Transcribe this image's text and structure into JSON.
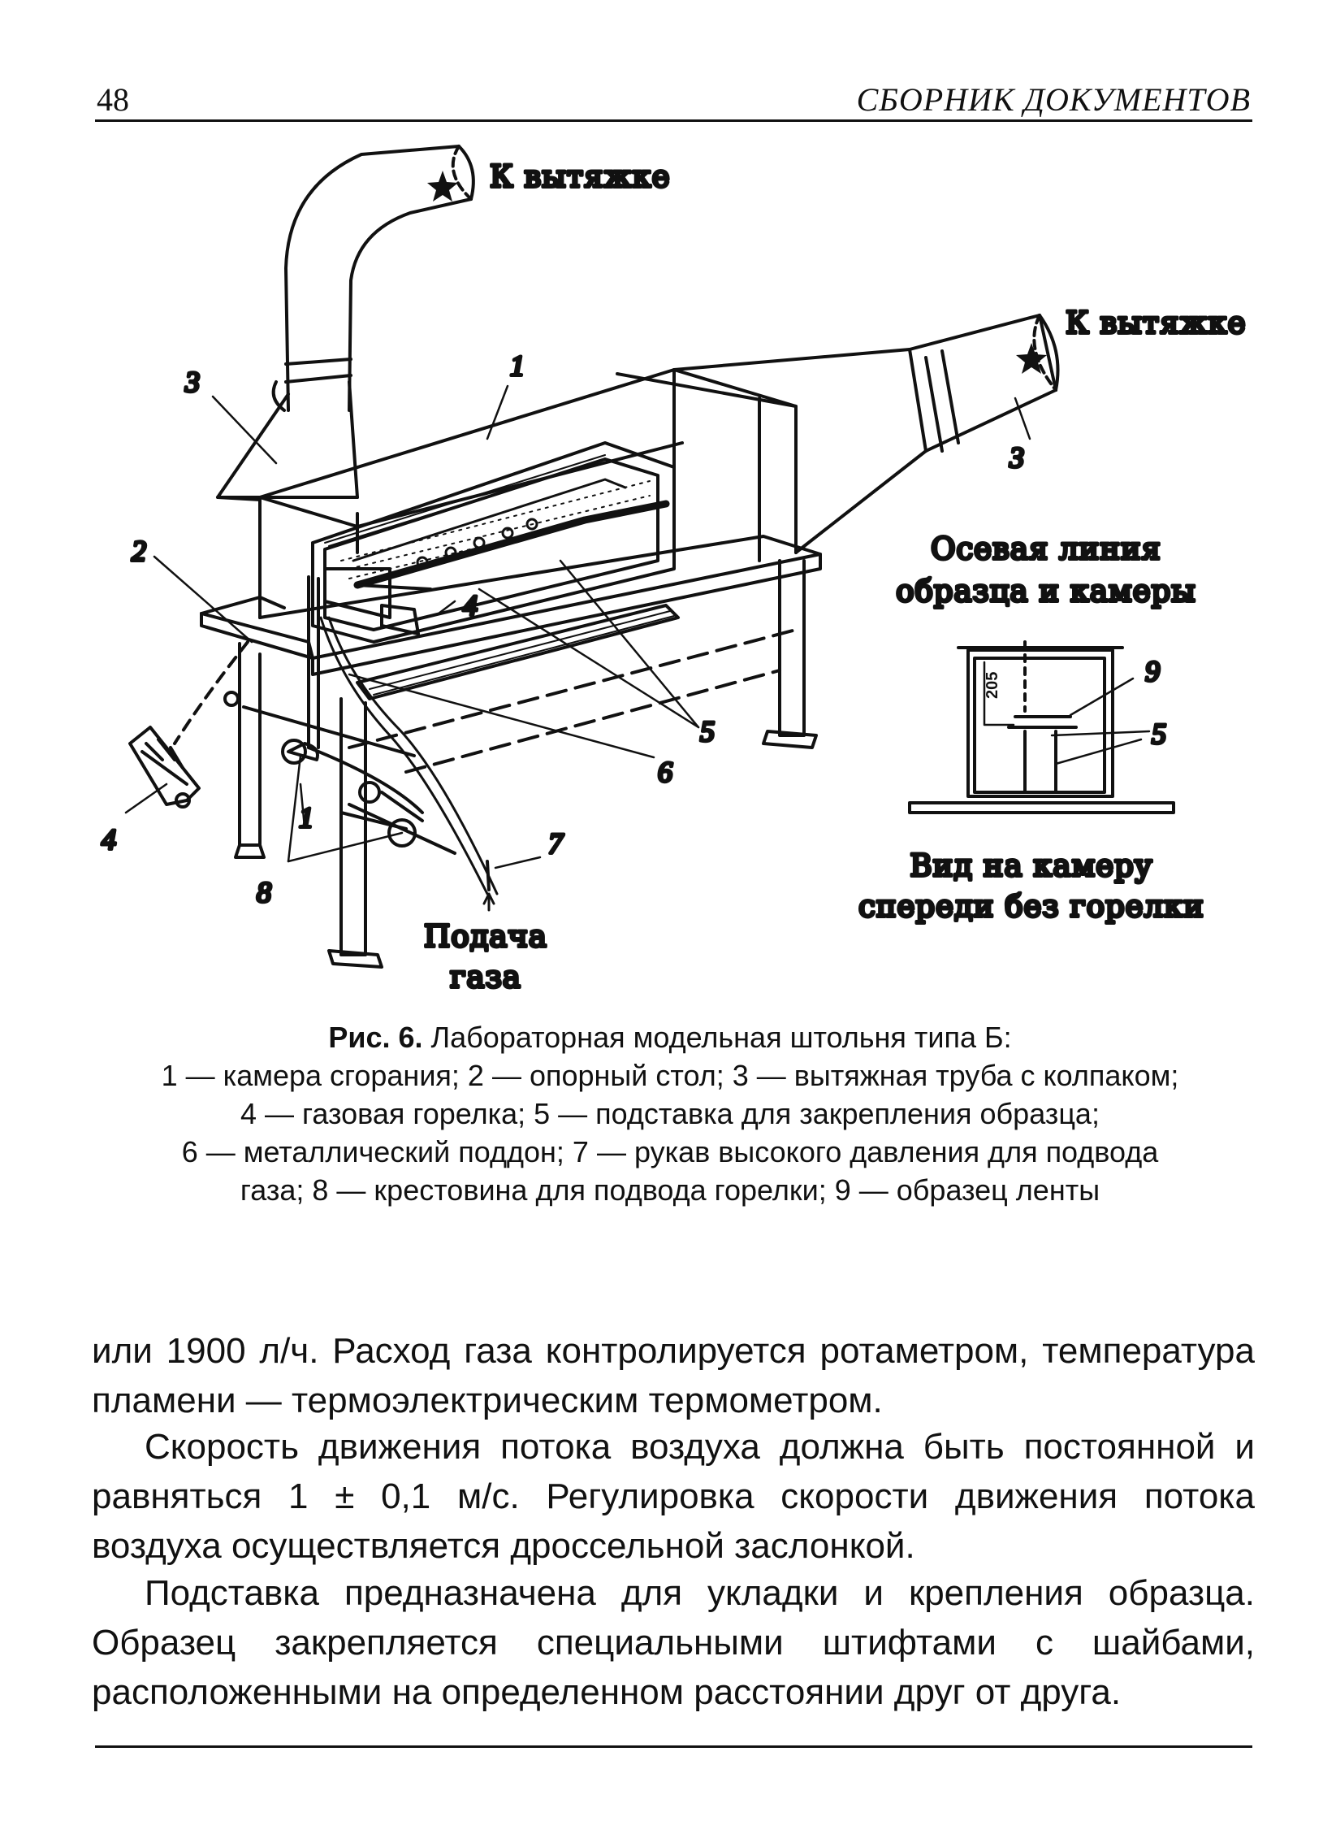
{
  "header": {
    "page_number": "48",
    "running_title": "СБОРНИК ДОКУМЕНТОВ"
  },
  "figure": {
    "label_exhaust_top": "К вытяжке",
    "label_exhaust_right": "К вытяжке",
    "label_axis_line1": "Осевая линия",
    "label_axis_line2": "образца и камеры",
    "label_front_view1": "Вид на камеру",
    "label_front_view2": "спереди без горелки",
    "label_gas_feed1": "Подача",
    "label_gas_feed2": "газа",
    "dimension": "205",
    "callouts": {
      "n1_top": "1",
      "n1_bottom": "1",
      "n2": "2",
      "n3_left": "3",
      "n3_right": "3",
      "n4_burner": "4",
      "n4_left": "4",
      "n5": "5",
      "n5_inset": "5",
      "n6": "6",
      "n7": "7",
      "n8": "8",
      "n9": "9"
    }
  },
  "caption": {
    "fig_label": "Рис. 6.",
    "title": " Лабораторная модельная штольня типа Б:",
    "line2": "1 — камера сгорания; 2 — опорный стол; 3 — вытяжная труба с колпаком;",
    "line3": "4 — газовая горелка; 5 — подставка для закрепления образца;",
    "line4": "6 — металлический поддон; 7 — рукав высокого давления для подвода",
    "line5": "газа; 8 — крестовина для подвода горелки; 9 — образец ленты"
  },
  "body": {
    "p1": "или 1900 л/ч. Расход газа контролируется ротаметром, температура пламени — термоэлектрическим термометром.",
    "p2": "Скорость движения потока воздуха должна быть постоянной и равняться 1 ± 0,1 м/с. Регулировка скорости движения потока воздуха осуществляется дроссельной заслонкой.",
    "p3": "Подставка предназначена для укладки и крепления образца. Образец закрепляется специальными штифтами с шайбами, расположенными на определенном расстоянии друг от друга."
  }
}
